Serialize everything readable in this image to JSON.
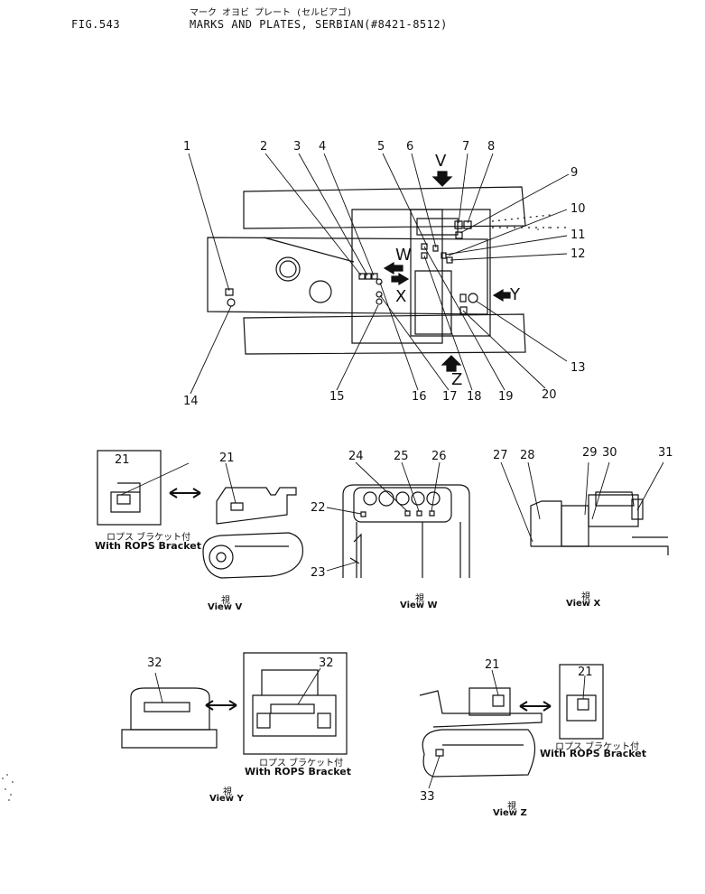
{
  "header": {
    "fig": "FIG.543",
    "jp_title": "マーク オヨビ プレート (セルビアゴ)",
    "title": "MARKS AND PLATES, SERBIAN(#8421-8512)"
  },
  "callouts": [
    "1",
    "2",
    "3",
    "4",
    "5",
    "6",
    "7",
    "8",
    "9",
    "10",
    "11",
    "12",
    "13",
    "14",
    "15",
    "16",
    "17",
    "18",
    "19",
    "20",
    "21",
    "22",
    "23",
    "24",
    "25",
    "26",
    "27",
    "28",
    "29",
    "30",
    "31",
    "32",
    "33"
  ],
  "view_letters": {
    "v": "V",
    "w": "W",
    "x": "X",
    "y": "Y",
    "z": "Z"
  },
  "captions": {
    "rops_jp": "ロプス ブラケット付",
    "rops_en": "With ROPS Bracket",
    "view_jp": "視",
    "view_v": "View V",
    "view_w": "View W",
    "view_x": "View X",
    "view_y": "View Y",
    "view_z": "View Z"
  }
}
